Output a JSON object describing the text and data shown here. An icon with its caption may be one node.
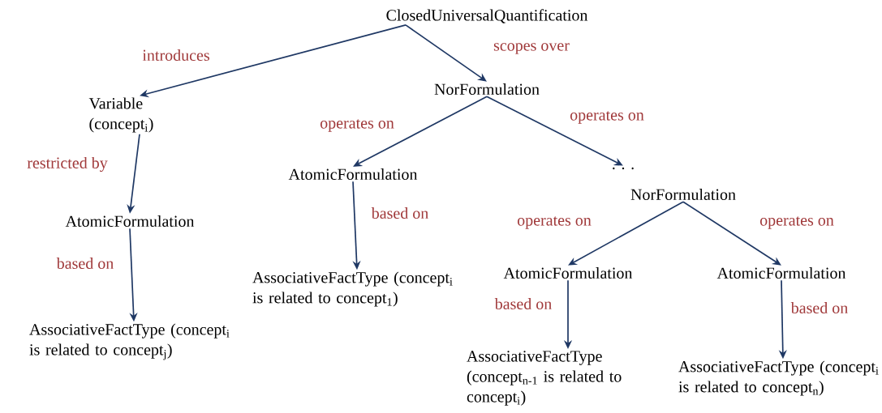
{
  "diagram": {
    "nodes": [
      {
        "text": [
          "ClosedUniversalQuantification"
        ]
      },
      {
        "text": [
          "Variable (concept$_{i}$)"
        ]
      },
      {
        "text": [
          "NorFormulation"
        ]
      },
      {
        "text": [
          "AtomicFormulation"
        ]
      },
      {
        "text": [
          "AssociativeFactType (concept$_{i}$ is related to concept$_{j}$)"
        ]
      },
      {
        "text": [
          "AtomicFormulation"
        ]
      },
      {
        "text": [
          "AssociativeFactType (concept$_{i}$ is related to concept$_{1}$)"
        ]
      },
      {
        "text": [
          ". . ."
        ]
      },
      {
        "text": [
          "NorFormulation"
        ]
      },
      {
        "text": [
          "AtomicFormulation"
        ]
      },
      {
        "text": [
          "AtomicFormulation"
        ]
      },
      {
        "text": [
          "AssociativeFactType (concept$_{n-1}$ is related to concept$_{i}$)"
        ]
      },
      {
        "text": [
          "AssociativeFactType (concept$_{i}$ is related to concept$_{n}$)"
        ]
      }
    ],
    "edges": [
      {
        "from": 0,
        "to": 1,
        "arrow": "to",
        "label": "introduces"
      },
      {
        "from": 0,
        "to": 2,
        "arrow": "to",
        "label": "scopes over"
      },
      {
        "from": 1,
        "to": 3,
        "arrow": "to",
        "label": "restricted by"
      },
      {
        "from": 3,
        "to": 4,
        "arrow": "to",
        "label": "based on"
      },
      {
        "from": 2,
        "to": 5,
        "arrow": "to",
        "label": "operates on"
      },
      {
        "from": 2,
        "to": 7,
        "arrow": "to",
        "label": "operates on"
      },
      {
        "from": 5,
        "to": 6,
        "arrow": "to",
        "label": "based on"
      },
      {
        "from": 8,
        "to": 9,
        "arrow": "to",
        "label": "operates on"
      },
      {
        "from": 8,
        "to": 10,
        "arrow": "to",
        "label": "operates on"
      },
      {
        "from": 9,
        "to": 11,
        "arrow": "to",
        "label": "based on"
      },
      {
        "from": 10,
        "to": 12,
        "arrow": "to",
        "label": "based on"
      }
    ]
  }
}
